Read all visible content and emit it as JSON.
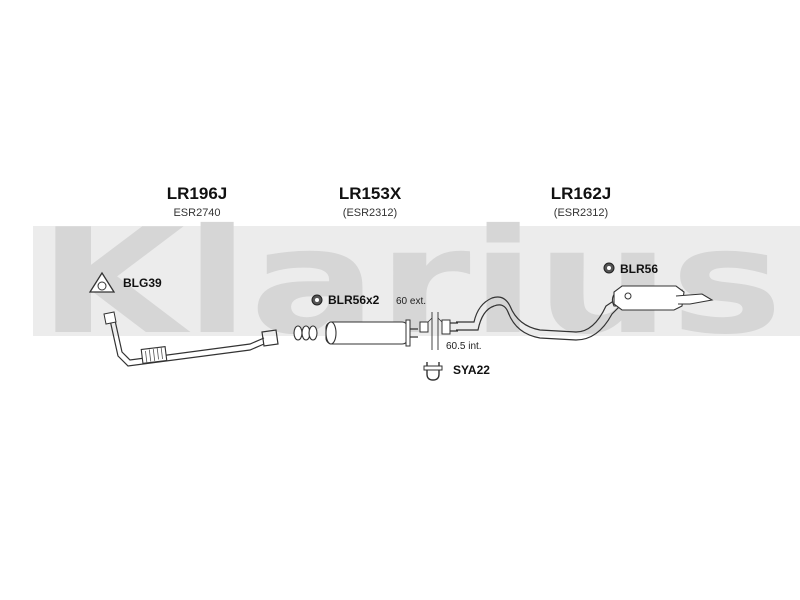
{
  "watermark": {
    "text": "Klarius",
    "color": "#dcdcdc"
  },
  "sections": [
    {
      "part": "LR196J",
      "ref": "ESR2740"
    },
    {
      "part": "LR153X",
      "ref": "(ESR2312)"
    },
    {
      "part": "LR162J",
      "ref": "(ESR2312)"
    }
  ],
  "accessories": {
    "gasket": "BLG39",
    "front_mounts": "BLR56x2",
    "rear_mount": "BLR56",
    "clamp": "SYA22"
  },
  "dimensions": {
    "external": "60 ext.",
    "internal": "60.5 int."
  },
  "icons": {
    "gasket": "triangular-gasket-icon",
    "mount": "rubber-mount-icon",
    "clamp": "u-clamp-icon"
  }
}
